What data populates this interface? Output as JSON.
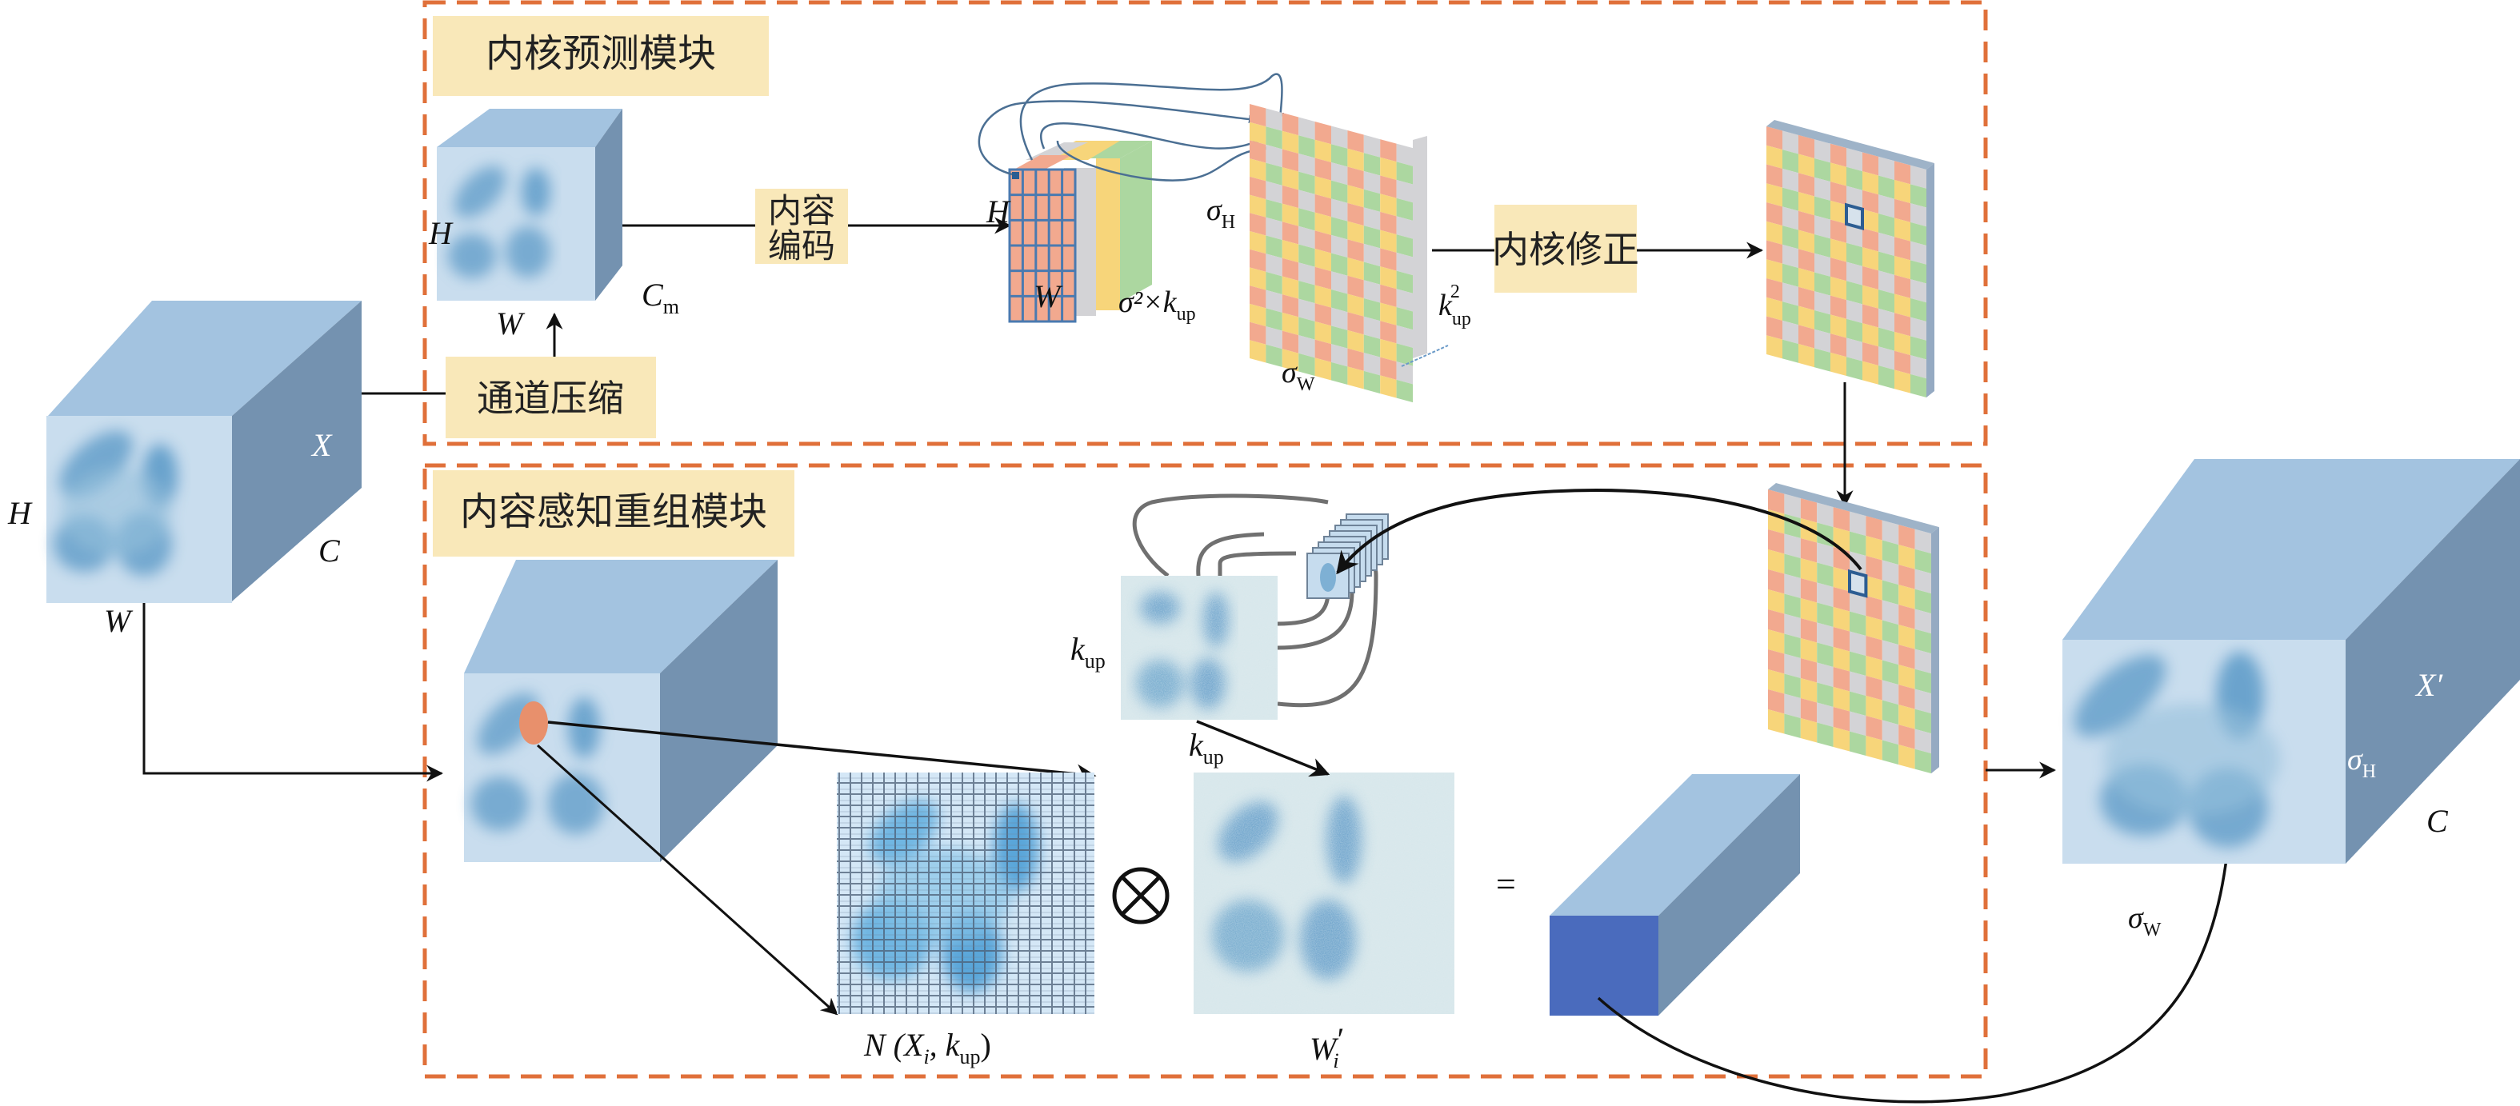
{
  "modules": {
    "kernel_prediction": {
      "title": "内核预测模块"
    },
    "content_reassembly": {
      "title": "内容感知重组模块"
    }
  },
  "boxes": {
    "channel_compress": "通道压缩",
    "content_encode_line1": "内容",
    "content_encode_line2": "编码",
    "kernel_correct": "内核修正"
  },
  "labels": {
    "input_X": "X",
    "input_H": "H",
    "input_W": "W",
    "input_C": "C",
    "compressed_H": "H",
    "compressed_W": "W",
    "compressed_C": "C",
    "compressed_C_sub": "m",
    "encoded_H": "H",
    "encoded_W": "W",
    "encoded_depth": "σ²×k",
    "encoded_depth_sub": "up",
    "encoded_depth_sup": "2",
    "sigma_H": "σ",
    "sigma_H_sub": "H",
    "sigma_W": "σ",
    "sigma_W_sub": "W",
    "k_up_sq": "k",
    "k_up_sq_sub": "up",
    "k_up_sq_sup": "2",
    "kup_v": "k",
    "kup_v_sub": "up",
    "kup_h": "k",
    "kup_h_sub": "up",
    "neighborhood": "N (X",
    "neighborhood_i": "i",
    "neighborhood_mid": ", k",
    "neighborhood_up": "up",
    "neighborhood_close": ")",
    "weight": "W",
    "weight_sub": "i",
    "weight_prime": "′",
    "operator_equals": "=",
    "output_X": "X′",
    "output_sigma_H": "σ",
    "output_sigma_H_sub": "H",
    "output_sigma_W": "σ",
    "output_sigma_W_sub": "W",
    "output_C": "C"
  },
  "colors": {
    "module_border": "#e0703a",
    "label_box": "#f9e8b9",
    "cube_top": "#a3c3e0",
    "cube_side": "#7492b0",
    "cube_front": "#c9ddee",
    "cube_blob": "#6aa3cc",
    "grid_salmon": "#f2a98f",
    "grid_gray": "#d3d3d6",
    "grid_yellow": "#f7d57a",
    "grid_green": "#acd7a0",
    "highlight_cell": "#2c5d92",
    "output_pixel": "#4a6bbd",
    "center_dot": "#e8906c"
  }
}
